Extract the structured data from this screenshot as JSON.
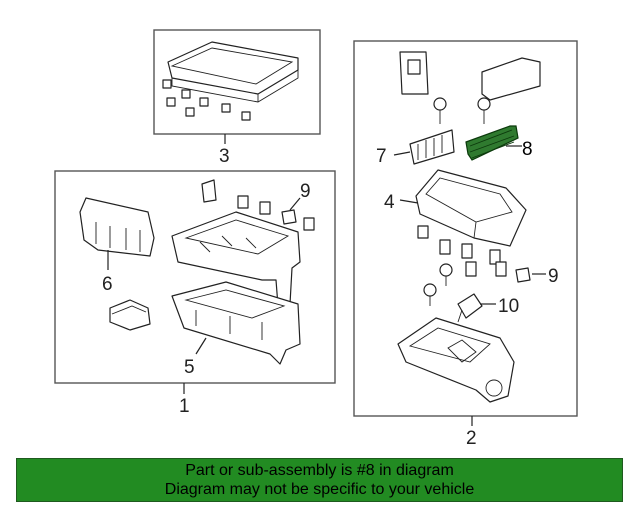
{
  "diagram": {
    "callouts": {
      "c1": "1",
      "c2": "2",
      "c3": "3",
      "c4": "4",
      "c5": "5",
      "c6": "6",
      "c7": "7",
      "c8": "8",
      "c9a": "9",
      "c9b": "9",
      "c10": "10"
    },
    "highlight_part": "8"
  },
  "banner": {
    "line1": "Part or sub-assembly is #8 in diagram",
    "line2": "Diagram may not be specific to your vehicle"
  },
  "colors": {
    "highlight": "#2f7a2f",
    "banner_bg": "#228b22",
    "line": "#222222"
  }
}
